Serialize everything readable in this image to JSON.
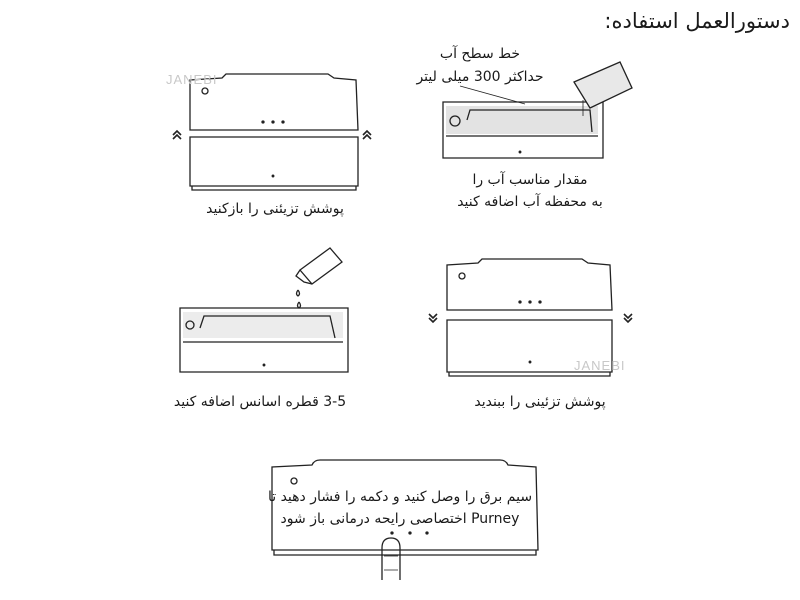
{
  "title": "دستورالعمل استفاده:",
  "watermark": "JANEBI",
  "steps": [
    {
      "caption": "پوشش تزیئنی را بازکنید"
    },
    {
      "label_line1": "خط سطح آب",
      "label_line2": "حداکثر 300 میلی لیتر",
      "caption_line1": "مقدار مناسب آب را",
      "caption_line2": "به محفظه آب اضافه کنید"
    },
    {
      "caption": "3-5 قطره اسانس اضافه کنید"
    },
    {
      "caption": "پوشش تزئینی را ببندید"
    },
    {
      "caption_line1": "سیم برق را وصل کنید و دکمه را فشار دهید تا",
      "caption_line2": "Purney اختصاصی رایحه درمانی باز شود"
    }
  ]
}
